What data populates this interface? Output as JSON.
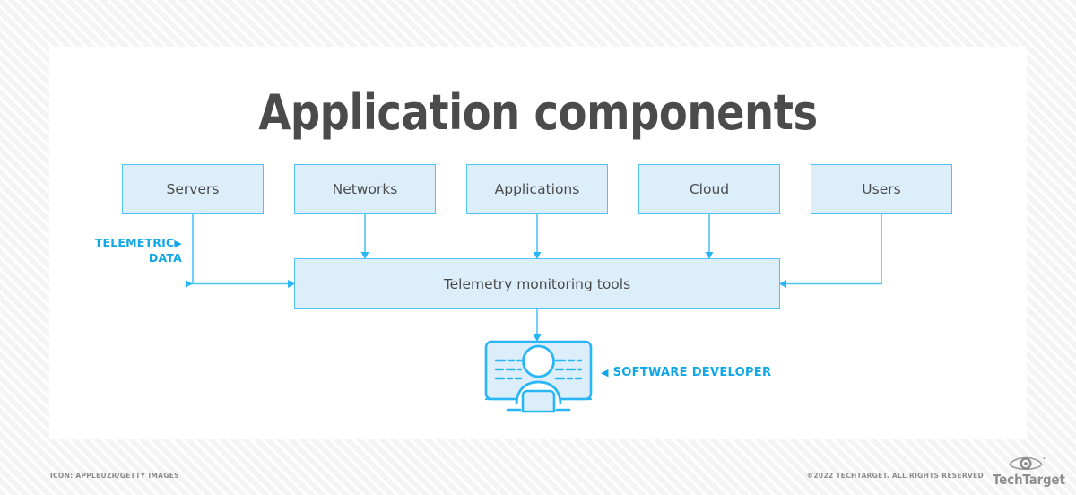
{
  "title": "Application components",
  "colors": {
    "accent": "#29b6f6",
    "node_fill": "#ddeefb",
    "node_border": "#4fc3f7",
    "text": "#4b4b4b",
    "label": "#0fa7e8",
    "footer": "#8c8c8c",
    "background": "#ffffff"
  },
  "diagram": {
    "sources": [
      {
        "label": "Servers"
      },
      {
        "label": "Networks"
      },
      {
        "label": "Applications"
      },
      {
        "label": "Cloud"
      },
      {
        "label": "Users"
      }
    ],
    "hub": {
      "label": "Telemetry monitoring tools"
    },
    "flow_label": {
      "line1": "TELEMETRIC",
      "line2": "DATA",
      "marker": "▶"
    },
    "output": {
      "label": "SOFTWARE DEVELOPER",
      "marker": "◀",
      "icon": "developer-monitor-icon"
    }
  },
  "footer": {
    "credit": "ICON: APPLEUZR/GETTY IMAGES",
    "copyright": "©2022 TECHTARGET. ALL RIGHTS RESERVED",
    "logo_text": "TechTarget"
  }
}
